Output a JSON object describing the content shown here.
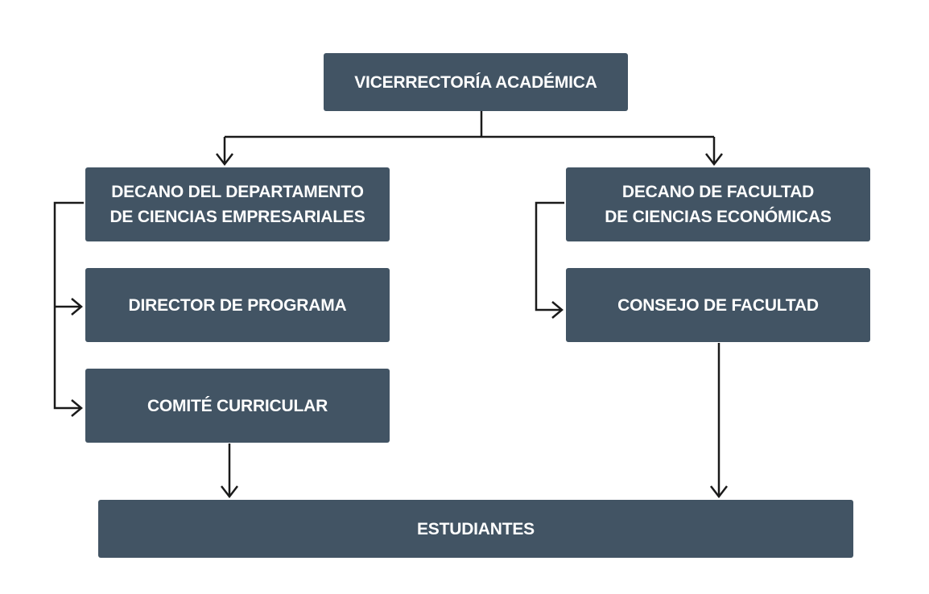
{
  "nodes": {
    "vicerrectoria": {
      "label": "VICERRECTORÍA ACADÉMICA"
    },
    "decano_departamento": {
      "line1": "DECANO DEL DEPARTAMENTO",
      "line2": "DE CIENCIAS EMPRESARIALES"
    },
    "director_programa": {
      "label": "DIRECTOR DE PROGRAMA"
    },
    "comite_curricular": {
      "label": "COMITÉ CURRICULAR"
    },
    "decano_facultad": {
      "line1": "DECANO DE FACULTAD",
      "line2": "DE CIENCIAS ECONÓMICAS"
    },
    "consejo_facultad": {
      "label": "CONSEJO DE FACULTAD"
    },
    "estudiantes": {
      "label": "ESTUDIANTES"
    }
  },
  "edges": [
    {
      "from": "VICERRECTORÍA ACADÉMICA",
      "to": "DECANO DEL DEPARTAMENTO DE CIENCIAS EMPRESARIALES"
    },
    {
      "from": "VICERRECTORÍA ACADÉMICA",
      "to": "DECANO DE FACULTAD DE CIENCIAS ECONÓMICAS"
    },
    {
      "from": "DECANO DEL DEPARTAMENTO DE CIENCIAS EMPRESARIALES",
      "to": "DIRECTOR DE PROGRAMA"
    },
    {
      "from": "DECANO DEL DEPARTAMENTO DE CIENCIAS EMPRESARIALES",
      "to": "COMITÉ CURRICULAR"
    },
    {
      "from": "DECANO DE FACULTAD DE CIENCIAS ECONÓMICAS",
      "to": "CONSEJO DE FACULTAD"
    },
    {
      "from": "COMITÉ CURRICULAR",
      "to": "ESTUDIANTES"
    },
    {
      "from": "CONSEJO DE FACULTAD",
      "to": "ESTUDIANTES"
    }
  ],
  "colors": {
    "node_fill": "#425464",
    "node_text": "#ffffff",
    "connector": "#1a1a1a",
    "background": "#ffffff"
  }
}
